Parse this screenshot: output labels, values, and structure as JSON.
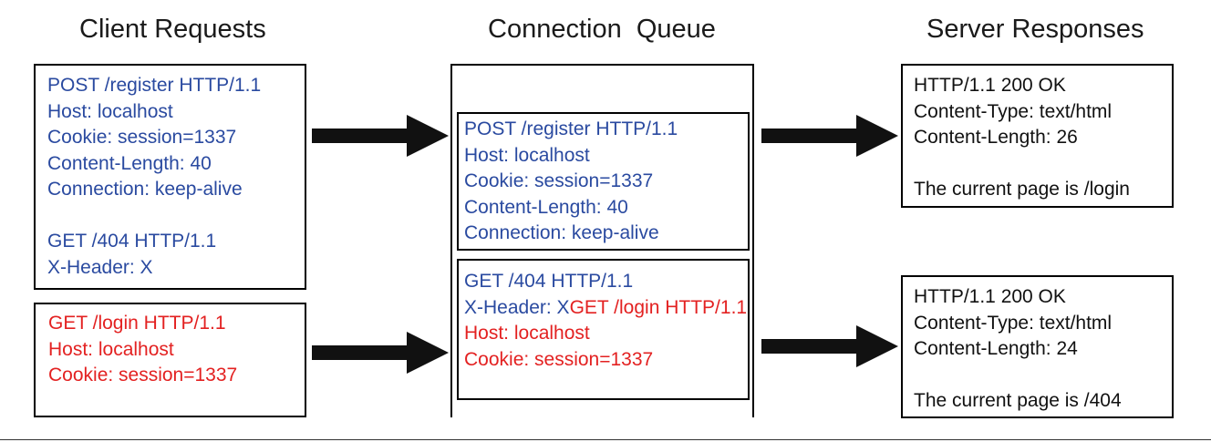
{
  "titles": {
    "client": "Client Requests",
    "queue": "Connection  Queue",
    "server": "Server Responses"
  },
  "client": {
    "request1": [
      "POST /register HTTP/1.1",
      "Host: localhost",
      "Cookie: session=1337",
      "Content-Length: 40",
      "Connection: keep-alive",
      "",
      "GET /404 HTTP/1.1",
      "X-Header: X"
    ],
    "request2": [
      "GET /login HTTP/1.1",
      "Host: localhost",
      "Cookie: session=1337"
    ]
  },
  "queue": {
    "item1": [
      "POST /register HTTP/1.1",
      "Host: localhost",
      "Cookie: session=1337",
      "Content-Length: 40",
      "Connection: keep-alive"
    ],
    "item2": {
      "line1": "GET /404 HTTP/1.1",
      "line2_prefix": "X-Header: X",
      "line2_suffix": "GET /login HTTP/1.1",
      "line3": "Host: localhost",
      "line4": "Cookie: session=1337"
    }
  },
  "server": {
    "response1": [
      "HTTP/1.1 200 OK",
      "Content-Type: text/html",
      "Content-Length: 26",
      "",
      "The current page is /login"
    ],
    "response2": [
      "HTTP/1.1 200 OK",
      "Content-Type: text/html",
      "Content-Length: 24",
      "",
      "The current page is /404"
    ]
  },
  "colors": {
    "smuggled_request": "#2a4aa0",
    "victim_request": "#e32121",
    "response_text": "#111111",
    "arrow": "#111111"
  },
  "icons": {
    "arrow": "right-arrow-icon"
  }
}
